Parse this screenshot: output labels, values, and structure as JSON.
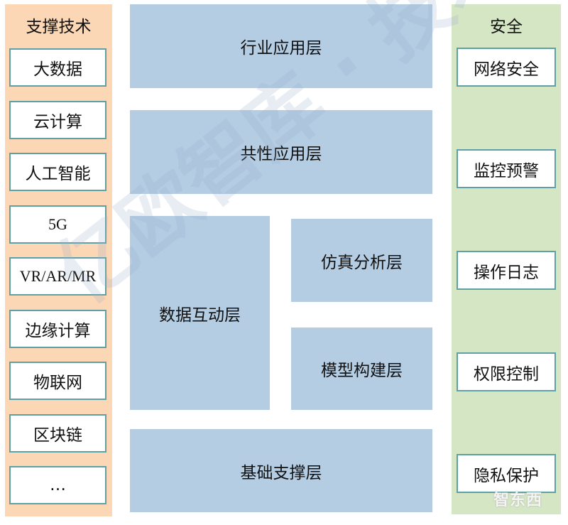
{
  "left_panel": {
    "title": "支撑技术",
    "items": [
      "大数据",
      "云计算",
      "人工智能",
      "5G",
      "VR/AR/MR",
      "边缘计算",
      "物联网",
      "区块链",
      "…"
    ]
  },
  "right_panel": {
    "title": "安全",
    "items": [
      "网络安全",
      "监控预警",
      "操作日志",
      "权限控制",
      "隐私保护"
    ]
  },
  "layers": {
    "industry_app": "行业应用层",
    "common_app": "共性应用层",
    "data_interaction": "数据互动层",
    "simulation": "仿真分析层",
    "model_build": "模型构建层",
    "foundation": "基础支撑层"
  },
  "colors": {
    "left_panel_bg": "#fbd7b5",
    "right_panel_bg": "#d5e6c4",
    "layer_bg": "#b4cde3",
    "item_border": "#5fa0a6"
  },
  "watermark": "亿欧智库 · 技术分析·推广",
  "logo": "智东西"
}
